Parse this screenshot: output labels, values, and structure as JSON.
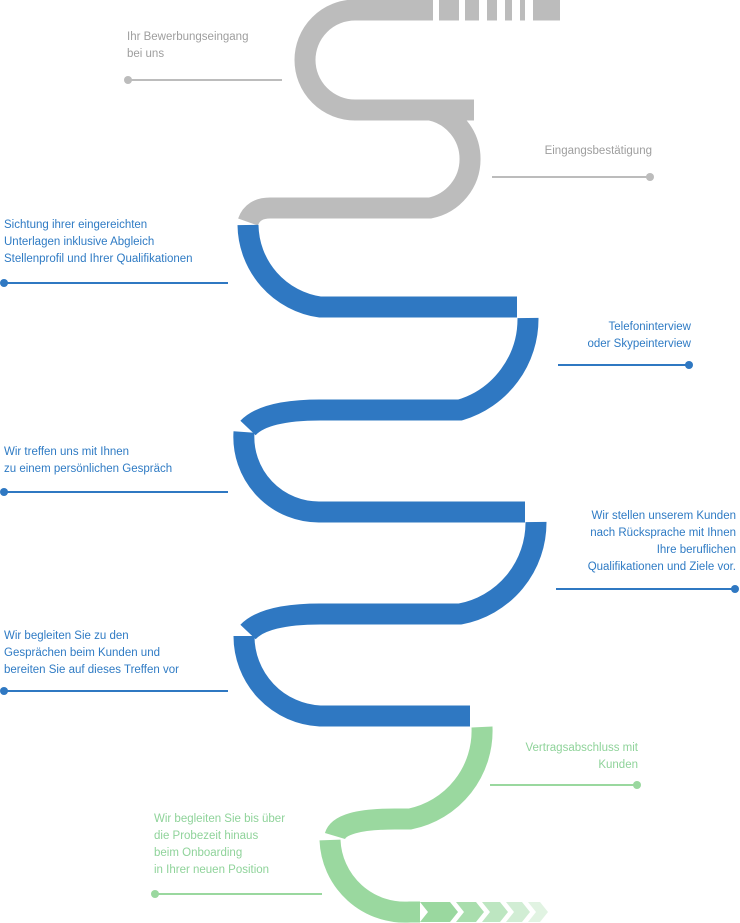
{
  "colors": {
    "gray": "#bcbcbc",
    "gray_text": "#9e9e9e",
    "blue": "#2f78c2",
    "blue_text": "#2f7bc4",
    "green": "#9ad89f",
    "green_text": "#8fd39a"
  },
  "steps": [
    {
      "lines": [
        "Ihr Bewerbungseingang",
        "bei uns"
      ],
      "phase": "gray"
    },
    {
      "lines": [
        "Eingangsbestätigung"
      ],
      "phase": "gray"
    },
    {
      "lines": [
        "Sichtung ihrer eingereichten",
        "Unterlagen inklusive Abgleich",
        "Stellenprofil und Ihrer Qualifikationen"
      ],
      "phase": "blue"
    },
    {
      "lines": [
        "Telefoninterview",
        "oder Skypeinterview"
      ],
      "phase": "blue"
    },
    {
      "lines": [
        "Wir treffen uns mit Ihnen",
        "zu einem persönlichen Gespräch"
      ],
      "phase": "blue"
    },
    {
      "lines": [
        "Wir stellen unserem Kunden",
        "nach Rücksprache mit Ihnen",
        "Ihre beruflichen",
        "Qualifikationen und Ziele vor."
      ],
      "phase": "blue"
    },
    {
      "lines": [
        "Wir begleiten Sie zu den",
        "Gesprächen beim Kunden und",
        "bereiten Sie auf dieses Treffen vor"
      ],
      "phase": "blue"
    },
    {
      "lines": [
        "Vertragsabschluss mit",
        "Kunden"
      ],
      "phase": "green"
    },
    {
      "lines": [
        "Wir begleiten Sie bis über",
        "die Probezeit hinaus",
        "beim Onboarding",
        "in Ihrer neuen Position"
      ],
      "phase": "green"
    }
  ]
}
